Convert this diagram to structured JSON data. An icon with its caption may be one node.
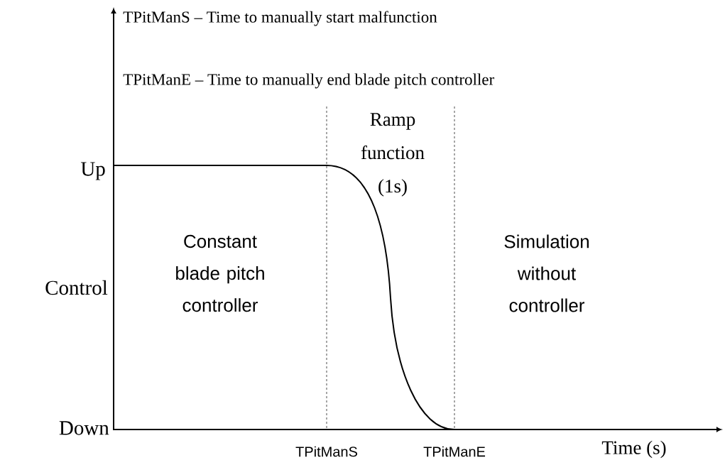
{
  "diagram": {
    "labels": [
      "TPitManS – Time to manually start malfunction",
      "TPitManE – Time to manually end blade pitch controller",
      "Ramp function (1s)",
      "Up",
      "Constant blade pitch controller",
      "Control",
      "Simulation without controller",
      "Down",
      "TPitManS",
      "TPitManE",
      "Time (s)"
    ]
  }
}
